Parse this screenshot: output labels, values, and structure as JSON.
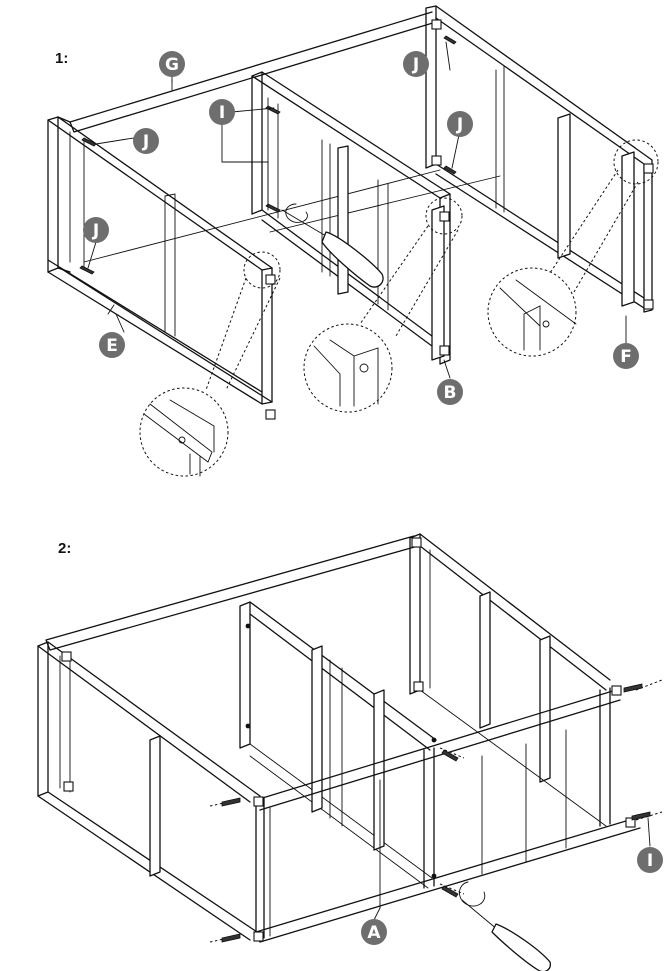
{
  "steps": [
    {
      "label": "1:",
      "callouts": {
        "G": "G",
        "I": "I",
        "J1": "J",
        "J2": "J",
        "J3": "J",
        "J4": "J",
        "E": "E",
        "B": "B",
        "F": "F"
      }
    },
    {
      "label": "2:",
      "callouts": {
        "A": "A",
        "I": "I"
      }
    }
  ],
  "colors": {
    "line": "#111111",
    "callout_fill": "#6e6e6e",
    "background": "#ffffff"
  },
  "icons": [
    "screwdriver-icon",
    "bolt-icon",
    "rotation-arrow-icon",
    "detail-magnifier-icon"
  ]
}
